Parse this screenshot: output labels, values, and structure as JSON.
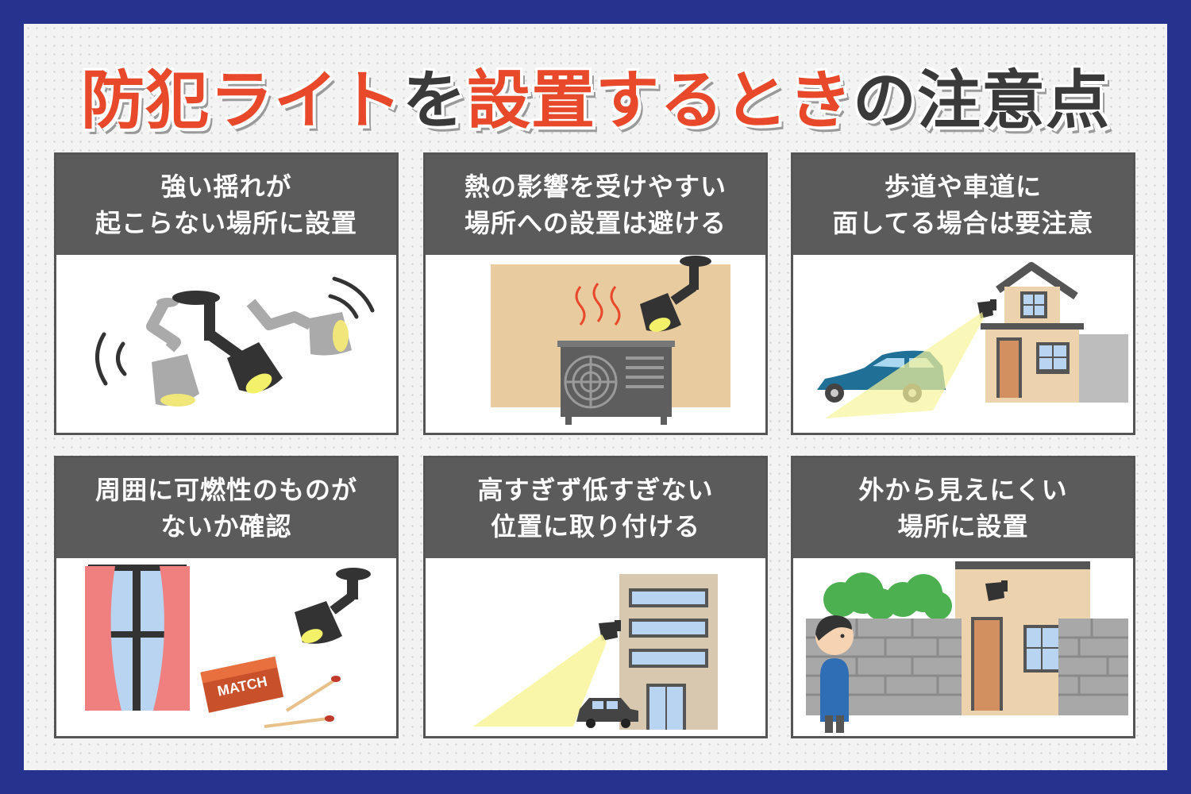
{
  "title": {
    "part1": "防犯ライト",
    "part2": "を",
    "part3": "設置するとき",
    "part4": "の注意点"
  },
  "colors": {
    "accent": "#e8492b",
    "frame": "#25338e",
    "header": "#5b5b5b",
    "light": "#f8f59a"
  },
  "cards": [
    {
      "line1": "強い揺れが",
      "line2": "起こらない場所に設置",
      "icon": "swaying-lights-icon"
    },
    {
      "line1": "熱の影響を受けやすい",
      "line2": "場所への設置は避ける",
      "icon": "ac-unit-heat-icon"
    },
    {
      "line1": "歩道や車道に",
      "line2": "面してる場合は要注意",
      "icon": "house-car-light-icon"
    },
    {
      "line1": "周囲に可燃性のものが",
      "line2": "ないか確認",
      "icon": "curtain-matches-icon"
    },
    {
      "line1": "高すぎず低すぎない",
      "line2": "位置に取り付ける",
      "icon": "building-light-icon"
    },
    {
      "line1": "外から見えにくい",
      "line2": "場所に設置",
      "icon": "hidden-light-icon"
    }
  ],
  "match_label": "MATCH"
}
